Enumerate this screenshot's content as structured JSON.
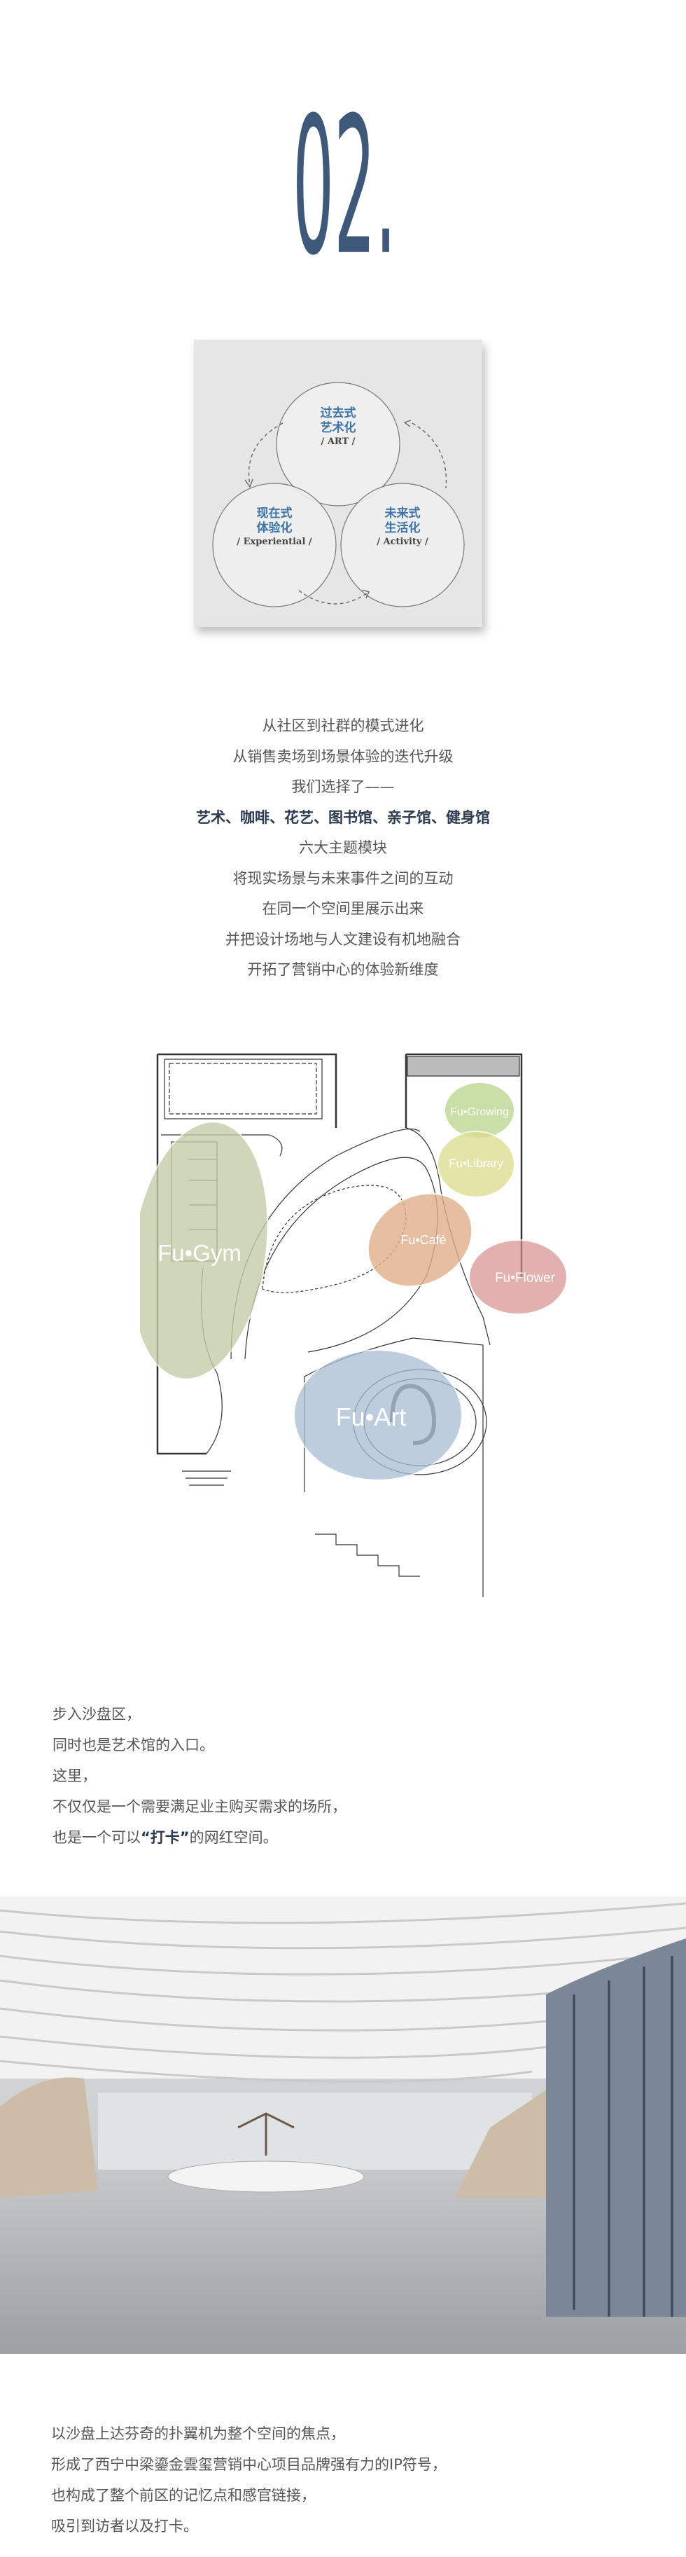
{
  "section_number": "02.",
  "diagram": {
    "circles": [
      {
        "cn1": "过去式",
        "cn2": "艺术化",
        "en": "/ ART /"
      },
      {
        "cn1": "现在式",
        "cn2": "体验化",
        "en": "/ Experiential /"
      },
      {
        "cn1": "未来式",
        "cn2": "生活化",
        "en": "/ Activity /"
      }
    ]
  },
  "intro_lines": [
    "从社区到社群的模式进化",
    "从销售卖场到场景体验的迭代升级",
    "我们选择了——",
    "艺术、咖啡、花艺、图书馆、亲子馆、健身馆",
    "六大主题模块",
    "将现实场景与未来事件之间的互动",
    "在同一个空间里展示出来",
    "并把设计场地与人文建设有机地融合",
    "开拓了营销中心的体验新维度"
  ],
  "floor_plan": {
    "zones": [
      {
        "label": "Fu•Growing",
        "color": "#b9d38a"
      },
      {
        "label": "Fu•Library",
        "color": "#dcdc8c"
      },
      {
        "label": "Fu•Café",
        "color": "#e0b08c"
      },
      {
        "label": "Fu•Flower",
        "color": "#d89090"
      },
      {
        "label": "Fu•Gym",
        "color": "#c5cca8"
      },
      {
        "label": "Fu•Art",
        "color": "#a9bdd2"
      }
    ]
  },
  "paragraph_1": {
    "lines": [
      "步入沙盘区，",
      "同时也是艺术馆的入口。",
      "这里，",
      "不仅仅是一个需要满足业主购买需求的场所，"
    ],
    "last_prefix": "也是一个可以",
    "last_bold": "“打卡”",
    "last_suffix": "的网红空间。"
  },
  "paragraph_2": [
    "以沙盘上达芬奇的扑翼机为整个空间的焦点，",
    "形成了西宁中梁鎏金雲玺营销中心项目品牌强有力的IP符号，",
    "也构成了整个前区的记忆点和感官链接，",
    "吸引到访者以及打卡。"
  ],
  "colors": {
    "accent": "#3d5878",
    "diagram_text": "#3f74a8"
  }
}
